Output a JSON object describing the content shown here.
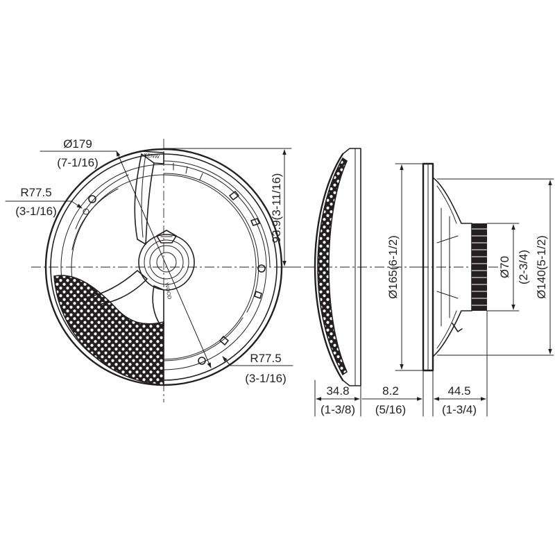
{
  "front_view": {
    "diameter": {
      "mm": "Ø179",
      "inch": "(7-1/16)"
    },
    "radius_upper": {
      "mm": "R77.5",
      "inch": "(3-1/16)"
    },
    "radius_lower": {
      "mm": "R77.5",
      "inch": "(3-1/16)"
    },
    "height": {
      "label": "93.9(3-11/16)"
    },
    "brand_top": "KENW",
    "brand_side": "WOOD"
  },
  "grille_side": {
    "depth": {
      "mm": "34.8",
      "inch": "(1-3/8)"
    }
  },
  "side_view": {
    "flange": {
      "mm": "8.2",
      "inch": "(5/16)"
    },
    "depth": {
      "mm": "44.5",
      "inch": "(1-3/4)"
    },
    "diameter_165": {
      "label": "Ø165(6-1/2)"
    },
    "magnet_70": {
      "mm": "Ø70",
      "inch": "(2-3/4)"
    },
    "diameter_140": {
      "label": "Ø140(5-1/2)"
    }
  }
}
